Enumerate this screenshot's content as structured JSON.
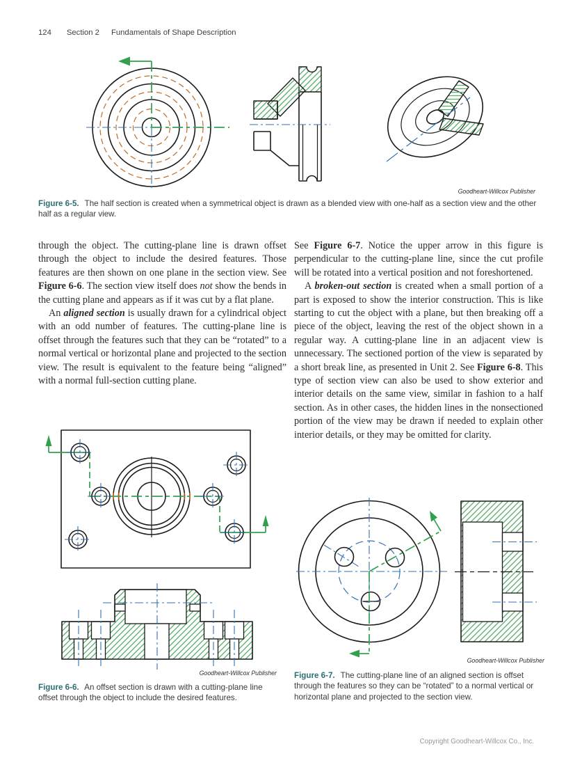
{
  "page": {
    "number": "124",
    "section": "Section 2",
    "section_title": "Fundamentals of Shape Description",
    "footer": "Copyright Goodheart-Willcox Co., Inc."
  },
  "figures": {
    "fig65": {
      "label": "Figure 6-5.",
      "text": "The half section is created when a symmetrical object is drawn as a blended view with one-half as a section view and the other half as a regular view.",
      "credit": "Goodheart-Willcox Publisher"
    },
    "fig66": {
      "label": "Figure 6-6.",
      "text": "An offset section is drawn with a cutting-plane line offset through the object to include the desired features.",
      "credit": "Goodheart-Willcox Publisher"
    },
    "fig67": {
      "label": "Figure 6-7.",
      "text": "The cutting-plane line of an aligned section is offset through the features so they can be “rotated” to a normal vertical or horizontal plane and projected to the section view.",
      "credit": "Goodheart-Willcox Publisher"
    }
  },
  "body": {
    "left_column": {
      "paragraphs": [
        [
          {
            "t": "through the object. The cutting-plane line is drawn offset through the object to include the desired features. Those features are then shown on one plane in the section view. See "
          },
          {
            "t": "Figure 6-6",
            "s": "b"
          },
          {
            "t": ". The section view itself does "
          },
          {
            "t": "not",
            "s": "i"
          },
          {
            "t": " show the bends in the cutting plane and appears as if it was cut by a flat plane."
          }
        ],
        [
          {
            "t": "An "
          },
          {
            "t": "aligned section",
            "s": "bi"
          },
          {
            "t": " is usually drawn for a cylindrical object with an odd number of features. The cutting-plane line is offset through the features such that they can be “rotated” to a normal vertical or horizontal plane and projected to the section view. The result is equivalent to the feature being “aligned” with a normal full-section cutting plane."
          }
        ]
      ]
    },
    "right_column": {
      "paragraphs": [
        [
          {
            "t": "See "
          },
          {
            "t": "Figure 6-7",
            "s": "b"
          },
          {
            "t": ". Notice the upper arrow in this figure is perpendicular to the cutting-plane line, since the cut profile will be rotated into a vertical position and not foreshortened."
          }
        ],
        [
          {
            "t": "A "
          },
          {
            "t": "broken-out section",
            "s": "bi"
          },
          {
            "t": " is created when a small portion of a part is exposed to show the interior construction. This is like starting to cut the object with a plane, but then breaking off a piece of the object, leaving the rest of the object shown in a regular way. A cutting-plane line in an adjacent view is unnecessary. The sectioned portion of the view is separated by a short break line, as presented in Unit 2. See "
          },
          {
            "t": "Figure 6-8",
            "s": "b"
          },
          {
            "t": ". This type of section view can also be used to show exterior and interior details on the same view, similar in fashion to a half section. As in other cases, the hidden lines in the nonsectioned portion of the view may be drawn if needed to explain other interior details, or they may be omitted for clarity."
          }
        ]
      ]
    }
  },
  "colors": {
    "accent-teal": "#2d6e76",
    "drawing-green": "#33a04d",
    "hatch-green": "#54ad64",
    "centerline-blue": "#3571b5",
    "hidden-orange": "#c1702b",
    "line-black": "#1b1b1b",
    "text-dark": "#2b2b2b"
  }
}
